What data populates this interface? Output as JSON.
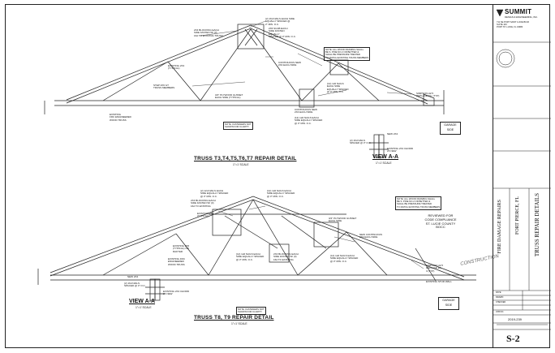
{
  "company": {
    "name": "SUMMIT",
    "subtitle": "DESIGN & ENGINEERING, INC.",
    "address_lines": [
      "711 SE PORT SAINT LUCIE BLVD",
      "SUITE 103",
      "PORT ST. LUCIE, FL 34984"
    ]
  },
  "project": {
    "line1": "FIRE DAMAGE REPAIRS",
    "line2": "FORT PIERCE, FL",
    "line3": "TRUSS REPAIR DETAILS"
  },
  "sheet": {
    "number": "S-2",
    "job_number": "2019-239"
  },
  "review_stamp": {
    "lines": [
      "REVIEWED FOR",
      "CODE COMPLIANCE",
      "ST. LUCIE COUNTY",
      "BOCC"
    ]
  },
  "watermark": "CONSTRUCTION",
  "details": [
    {
      "title": "TRUSS T3,T4,T5,T6,T7 REPAIR DETAIL",
      "scale": "1\"=1' SCALE"
    },
    {
      "title": "TRUSS T8, T9 REPAIR DETAIL",
      "scale": "1\"=1' SCALE"
    }
  ],
  "views": [
    {
      "title": "VIEW A-A",
      "scale": "1\"=1' SCALE"
    },
    {
      "title": "VIEW A-A",
      "scale": "1\"=1' SCALE"
    }
  ],
  "garage_labels": [
    "GARAGE SIDE",
    "GARAGE SIDE"
  ],
  "notes": {
    "top_right": "NOTE: ALL WOOD FRAMING SHALL\nBE S. PINE NO.2 OR BETTER &\nSHALL BE PRESSURE TREATED\nTO MATCH EXISTING TRUSS MEMBERS",
    "top_center": "NOTE: FASTENERS NOT\nSHOWN FOR CLARITY",
    "bottom_right": "NOTE: ALL WOOD FRAMING SHALL\nBE S. PINE NO.2 OR BETTER &\nSHALL BE PRESSURE TREATED\nTO MATCH EXISTING TRUSS MEMBERS",
    "bottom_center": "NOTE: FASTENERS NOT\nSHOWN FOR CLARITY"
  },
  "callouts_top": [
    "2X4 BLOCKING EACH\nSIDE FASTEN W/ (3)\n16d TO EXISTING TRUSS",
    "(2) 16d NAILS EACH SIDE\nEQUALLY SPACED @\n2\" MIN. O.C.",
    "2X6 SCAB EACH\nSIDE FASTEN\nEQUALLY\nSPACED @ 3\" MIN. O.C.",
    "CONTINUOUS NEW\n2X4 EACH SIDE",
    "EXISTING 2X4\n(TYPICAL)",
    "STEP 2X6 GT\nTRUSS MEMBERS",
    "3/4\" PLYWOOD GUSSET\nEACH SIDE (TYPICAL)",
    "EXISTING\nFRC ENGINEERED\nWOOD TRUSS",
    "(12) 12d NAILS\nEACH SIDE\nEQUALLY SPACED\n@ 3\" MIN. O.C.",
    "CONTINUOUS NEW\n2X4 EACH SIDE",
    "(12) 12d NAILS EACH\nSIDE EQUALLY SPACED\n@ 3\" MIN. O.C.",
    "SIMPSON H2.5\nREPLACE EA. (TYP)"
  ],
  "callouts_view": [
    "NEW 2X4",
    "(2) 16d NAILS\nSPACED @ 3\" O.C.",
    "EXISTING 2X4 CHORD\n2X NEW"
  ],
  "callouts_bottom": [
    "(2) 12d NAILS EACH\nSIDE EQUALLY SPACED\n@ 3\" MIN. O.C.",
    "2X4 BLOCKING EACH\nSIDE FASTEN W/ (3)\n16d TO EXISTING",
    "(12) 12d NAILS EACH\nSIDE EQUALLY SPACED\n@ 3\" MIN. O.C.",
    "EXISTING 2X4\n(TYPICAL)",
    "3/4\" PLYWOOD GUSSET\nEACH SIDE",
    "NEW CONTINUOUS\n2X4 EACH SIDE",
    "EXISTING 2X6\n(TYPICAL) ON\nRAFTER",
    "EXISTING FRC\nENGINEERED\nWOOD TRUSS",
    "(12) 12d NAILS EACH\nSIDE EQUALLY SPACED\n@ 3\" MIN. O.C.",
    "2X4 BLOCKING EACH\nSIDE FASTEN W/ (3)\n16d TO EXISTING",
    "(12) 12d NAILS EACH\nSIDE EQUALLY SPACED\n@ 3\" MIN. O.C.",
    "SIMPSON H2.5\nREPLACE EA.\n3 (TYP)",
    "EXISTING STUD WALL"
  ],
  "callouts_view_b": [
    "NEW 2X4",
    "(2) 16d NAILS\nSPACED @ 3\" O.C.",
    "EXISTING 2X4 CHORD\n2X NEW"
  ],
  "titleblock": {
    "rows": [
      "DATE",
      "DRAWN",
      "CHECKED",
      "JOB NO."
    ]
  }
}
